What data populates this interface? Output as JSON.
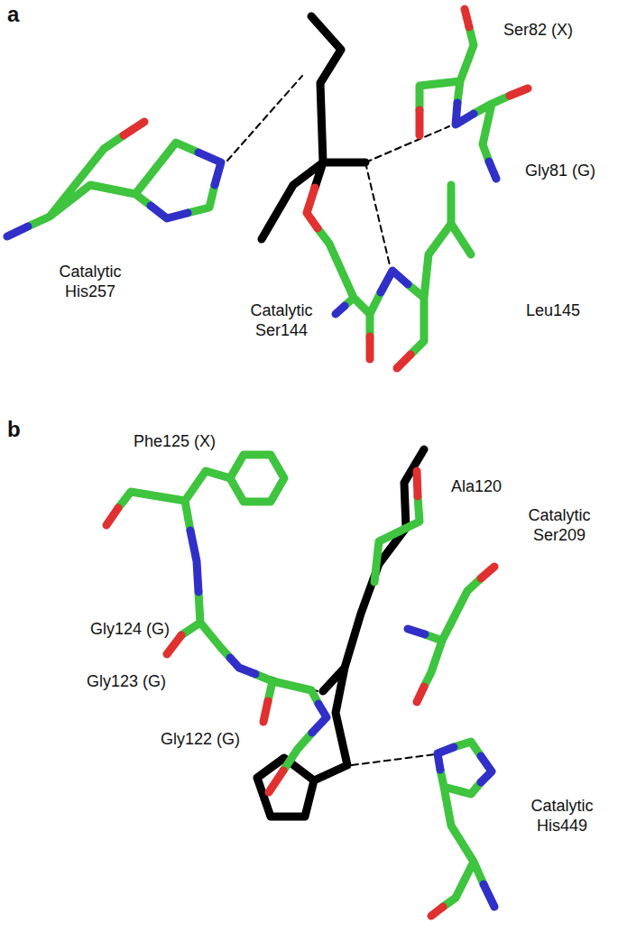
{
  "diagram": {
    "labels": [
      "a",
      "Ser82 (X)",
      "Gly81 (G)",
      "Catalytic His257",
      "Catalytic Ser144",
      "Leu145",
      "b",
      "Phe125 (X)",
      "Ala120",
      "Gly124 (G)",
      "Catalytic Ser209",
      "Gly123 (G)",
      "Gly122 (G)",
      "Catalytic His449"
    ]
  }
}
